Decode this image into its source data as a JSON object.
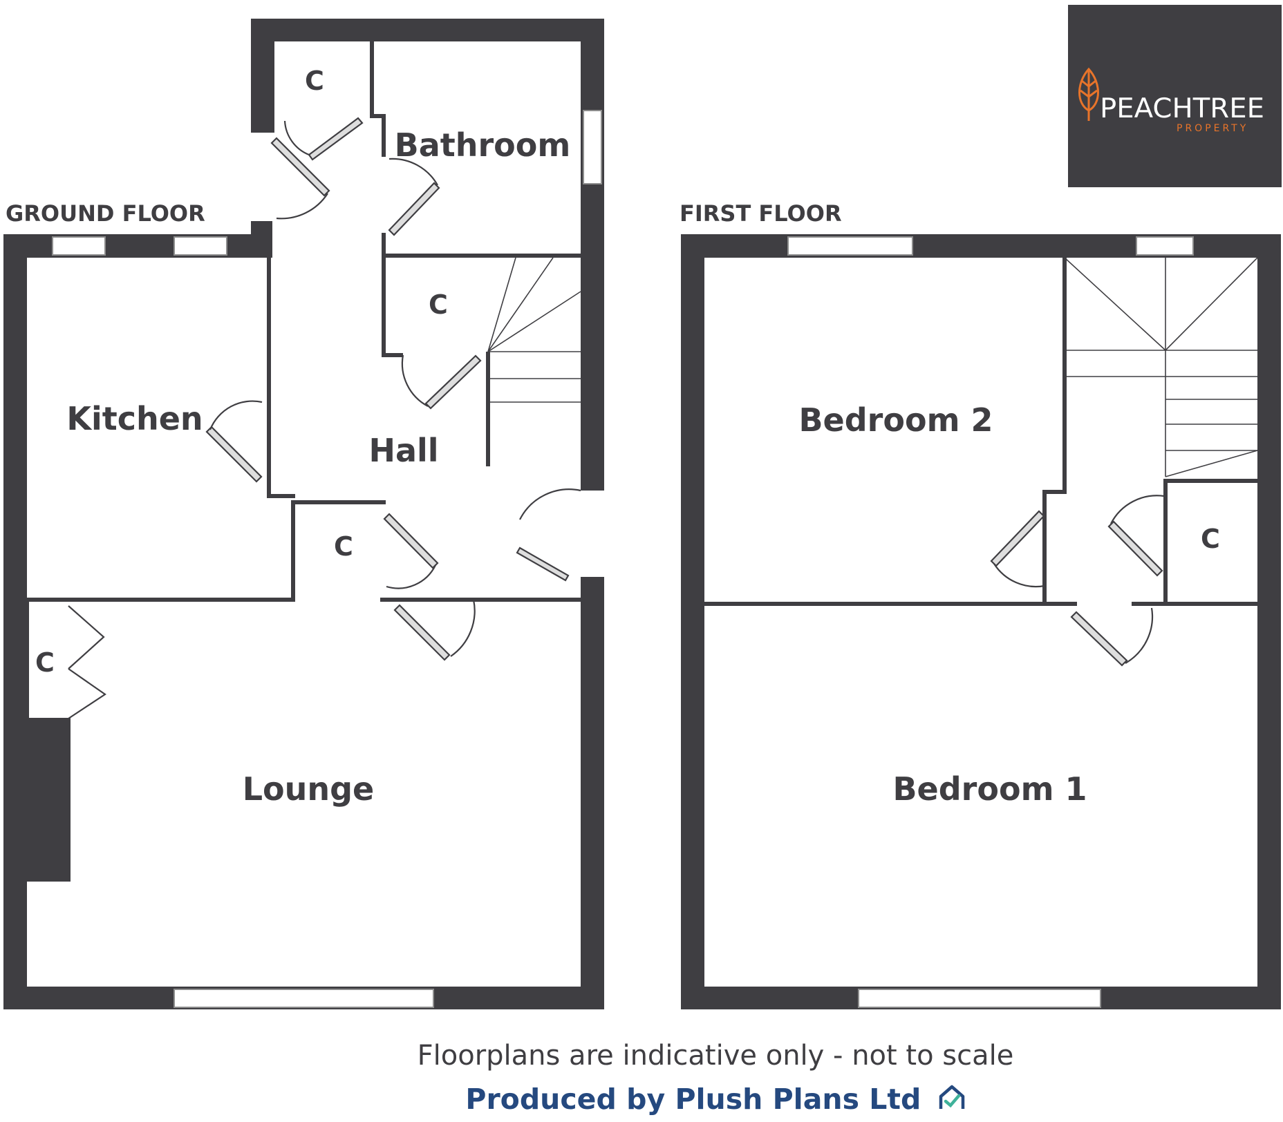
{
  "ground_floor": {
    "label": "GROUND FLOOR",
    "rooms": {
      "kitchen": "Kitchen",
      "hall": "Hall",
      "bathroom": "Bathroom",
      "lounge": "Lounge",
      "cupboard_top": "C",
      "cupboard_hall": "C",
      "cupboard_lower": "C",
      "cupboard_lounge": "C"
    }
  },
  "first_floor": {
    "label": "FIRST FLOOR",
    "rooms": {
      "bedroom1": "Bedroom 1",
      "bedroom2": "Bedroom 2",
      "cupboard": "C"
    }
  },
  "brand": {
    "name": "PEACHTREE",
    "tagline": "PROPERTY",
    "accent": "#e8742a",
    "background": "#3f3e42"
  },
  "footer": {
    "disclaimer": "Floorplans are indicative only - not to scale",
    "credit": "Produced by Plush Plans Ltd",
    "credit_color": "#25497f",
    "credit_icon": "house-check-icon"
  }
}
